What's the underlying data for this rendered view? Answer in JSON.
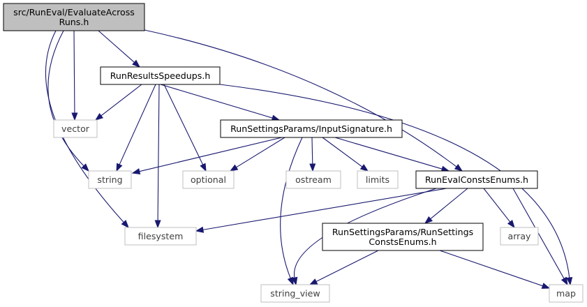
{
  "colors": {
    "edge": "#191970",
    "root_fill": "#bfbfbf",
    "local_border": "#000000",
    "system_border": "#bfbfbf",
    "system_text": "#404040"
  },
  "nodes": [
    {
      "id": "evaluate",
      "lines": [
        "src/RunEval/EvaluateAcross",
        "Runs.h"
      ],
      "kind": "root"
    },
    {
      "id": "speedups",
      "lines": [
        "RunResultsSpeedups.h"
      ],
      "kind": "local"
    },
    {
      "id": "vector",
      "lines": [
        "vector"
      ],
      "kind": "system"
    },
    {
      "id": "inputsig",
      "lines": [
        "RunSettingsParams/InputSignature.h"
      ],
      "kind": "local"
    },
    {
      "id": "string",
      "lines": [
        "string"
      ],
      "kind": "system"
    },
    {
      "id": "optional",
      "lines": [
        "optional"
      ],
      "kind": "system"
    },
    {
      "id": "ostream",
      "lines": [
        "ostream"
      ],
      "kind": "system"
    },
    {
      "id": "limits",
      "lines": [
        "limits"
      ],
      "kind": "system"
    },
    {
      "id": "consts",
      "lines": [
        "RunEvalConstsEnums.h"
      ],
      "kind": "local"
    },
    {
      "id": "filesystem",
      "lines": [
        "filesystem"
      ],
      "kind": "system"
    },
    {
      "id": "rsconsts",
      "lines": [
        "RunSettingsParams/RunSettings",
        "ConstsEnums.h"
      ],
      "kind": "local"
    },
    {
      "id": "array",
      "lines": [
        "array"
      ],
      "kind": "system"
    },
    {
      "id": "string_view",
      "lines": [
        "string_view"
      ],
      "kind": "system"
    },
    {
      "id": "map",
      "lines": [
        "map"
      ],
      "kind": "system"
    }
  ],
  "edges": [
    {
      "from": "evaluate",
      "to": "speedups"
    },
    {
      "from": "evaluate",
      "to": "vector"
    },
    {
      "from": "evaluate",
      "to": "string"
    },
    {
      "from": "evaluate",
      "to": "filesystem"
    },
    {
      "from": "evaluate",
      "to": "consts"
    },
    {
      "from": "speedups",
      "to": "vector"
    },
    {
      "from": "speedups",
      "to": "inputsig"
    },
    {
      "from": "speedups",
      "to": "string"
    },
    {
      "from": "speedups",
      "to": "optional"
    },
    {
      "from": "speedups",
      "to": "filesystem"
    },
    {
      "from": "speedups",
      "to": "map"
    },
    {
      "from": "inputsig",
      "to": "string"
    },
    {
      "from": "inputsig",
      "to": "optional"
    },
    {
      "from": "inputsig",
      "to": "ostream"
    },
    {
      "from": "inputsig",
      "to": "limits"
    },
    {
      "from": "inputsig",
      "to": "consts"
    },
    {
      "from": "inputsig",
      "to": "string_view"
    },
    {
      "from": "consts",
      "to": "filesystem"
    },
    {
      "from": "consts",
      "to": "rsconsts"
    },
    {
      "from": "consts",
      "to": "array"
    },
    {
      "from": "consts",
      "to": "string_view"
    },
    {
      "from": "consts",
      "to": "map"
    },
    {
      "from": "rsconsts",
      "to": "string_view"
    },
    {
      "from": "rsconsts",
      "to": "map"
    }
  ]
}
